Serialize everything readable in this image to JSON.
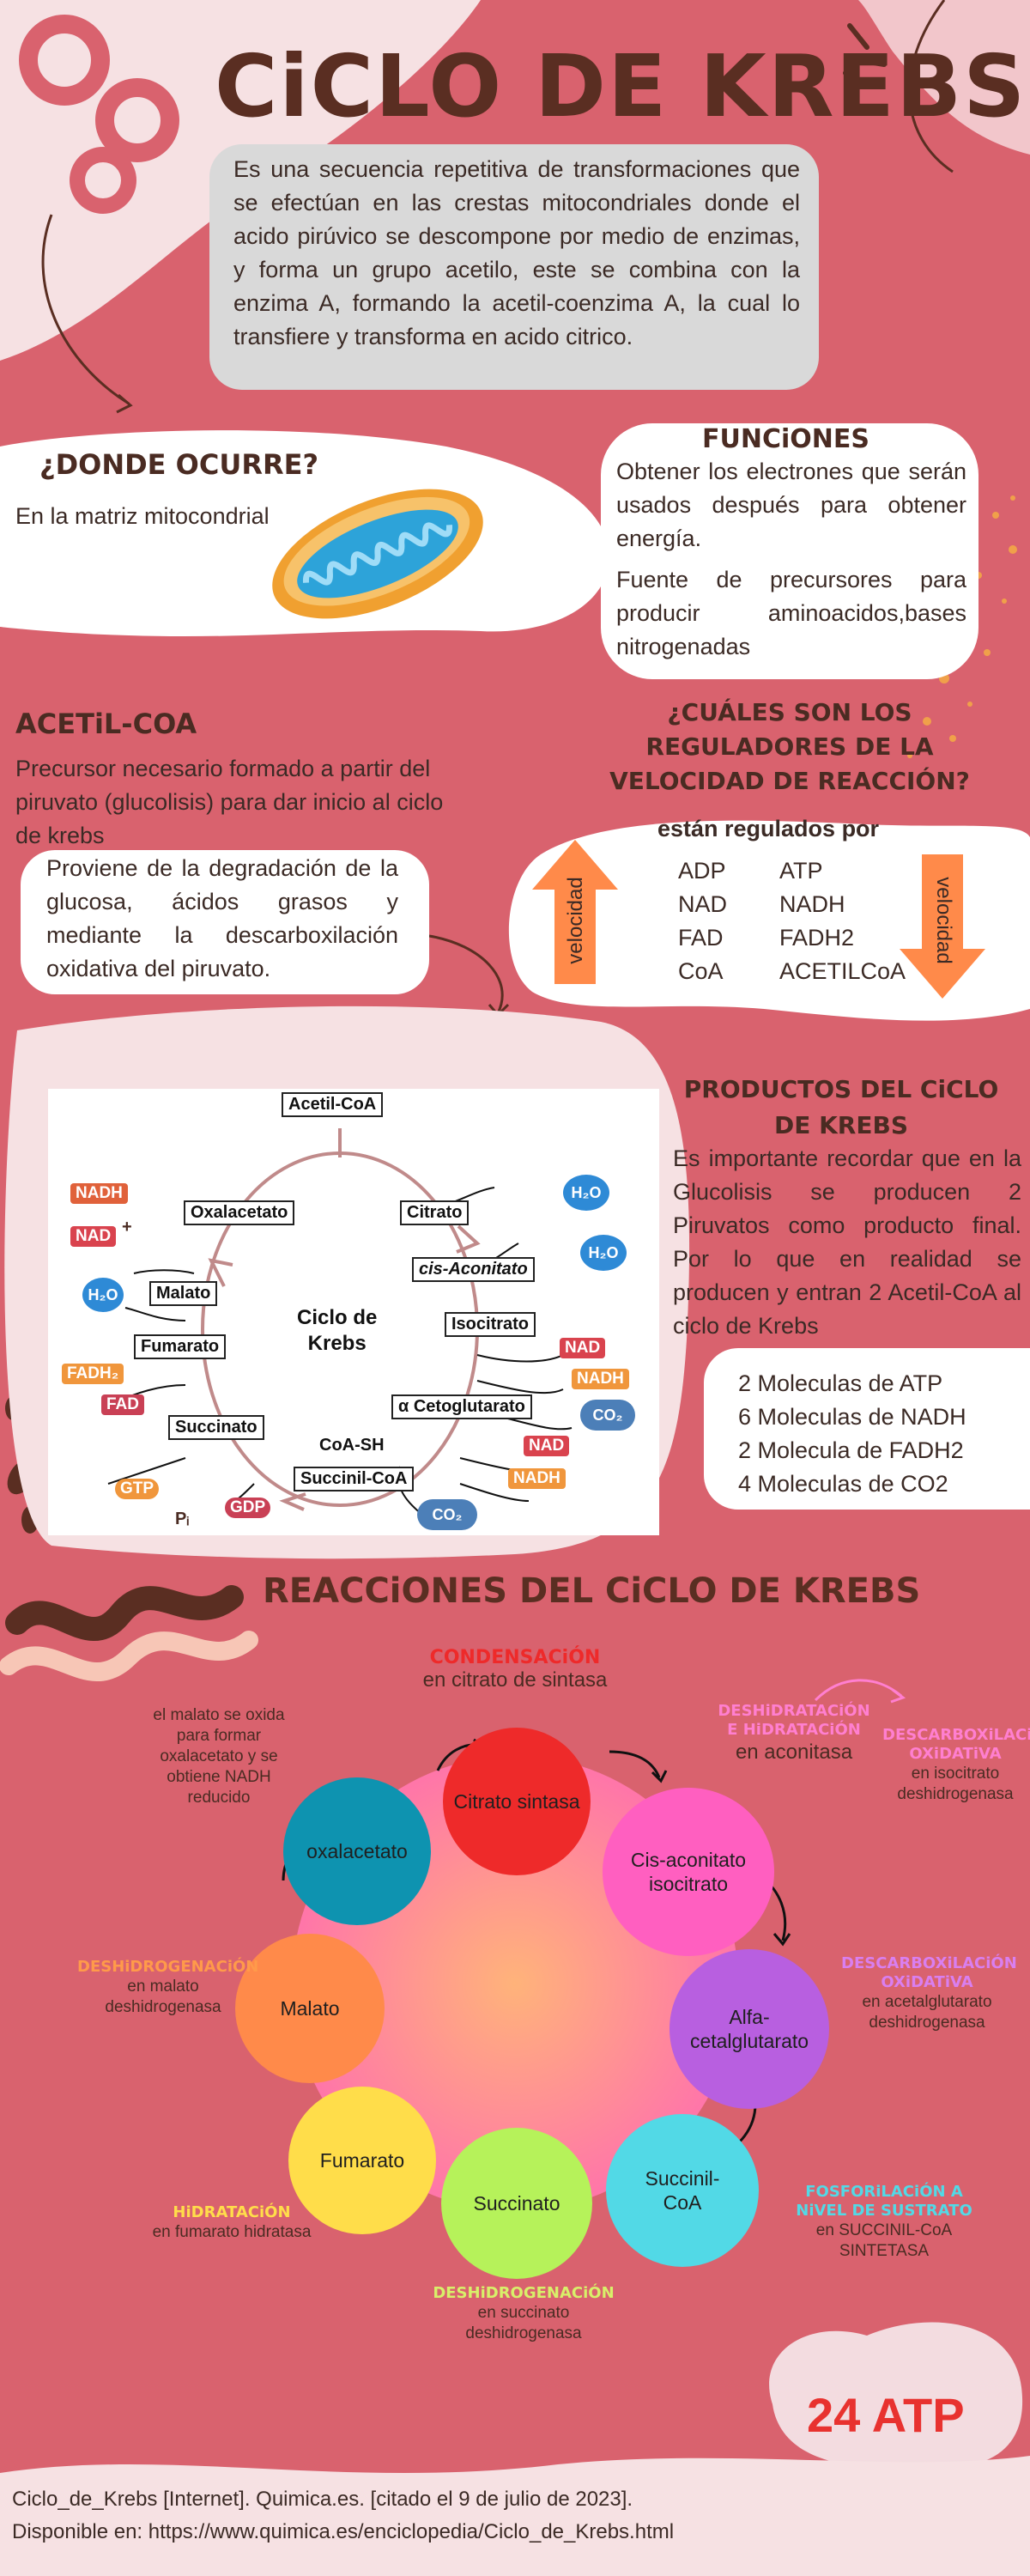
{
  "header": {
    "title": "CiCLO DE KREBS",
    "intro": "Es una secuencia repetitiva de transformaciones que se efectúan en las crestas mitocondriales donde el acido pirúvico se descompone por medio de enzimas, y forma un grupo acetilo, este se combina con la enzima A, formando la acetil-coenzima A, la cual lo transfiere y transforma en acido citrico."
  },
  "donde": {
    "title": "¿DONDE OCURRE?",
    "text": "En la matriz mitocondrial"
  },
  "funciones": {
    "title": "FUNCiONES",
    "text1": "Obtener los electrones que serán usados después para obtener energía.",
    "text2": "Fuente de precursores para producir aminoacidos,bases nitrogenadas"
  },
  "acetil": {
    "title": "ACETiL-COA",
    "text1": "Precursor necesario formado a partir del piruvato (glucolisis) para dar inicio al ciclo de krebs",
    "text2": "Proviene de la degradación de la glucosa, ácidos grasos y mediante la descarboxilación oxidativa del piruvato."
  },
  "reguladores": {
    "title_line1": "¿CUÁLES SON LOS",
    "title_line2": "REGULADORES DE LA",
    "title_line3": "VELOCIDAD DE REACCIÓN?",
    "subtitle": "están regulados por",
    "left_col": [
      "ADP",
      "NAD",
      "FAD",
      "CoA"
    ],
    "right_col": [
      "ATP",
      "NADH",
      "FADH2",
      "ACETILCoA"
    ],
    "arrow_up_label": "velocidad",
    "arrow_down_label": "velocidad"
  },
  "diagram": {
    "acetil_coa": "Acetil-CoA",
    "oxalacetato": "Oxalacetato",
    "citrato": "Citrato",
    "cis_aconitato": "cis-Aconitato",
    "isocitrato": "Isocitrato",
    "cetoglutarato": "α Cetoglutarato",
    "succinil": "Succinil-CoA",
    "succinato": "Succinato",
    "fumarato": "Fumarato",
    "malato": "Malato",
    "center_line1": "Ciclo de",
    "center_line2": "Krebs",
    "coa_sh": "CoA-SH",
    "nadh": "NADH",
    "nad": "NAD",
    "h2o": "H₂O",
    "co2": "CO₂",
    "fadh2": "FADH₂",
    "fad": "FAD",
    "gtp": "GTP",
    "gdp": "GDP",
    "pi": "Pᵢ",
    "plus": "+"
  },
  "productos": {
    "title_line1": "PRODUCTOS DEL CiCLO",
    "title_line2": "DE KREBS",
    "text": "Es importante recordar que en la Glucolisis se producen 2 Piruvatos como producto final. Por lo que en realidad se producen y entran 2 Acetil-CoA al ciclo de Krebs",
    "items": [
      "2 Moleculas de ATP",
      "6 Moleculas de NADH",
      "2 Molecula de FADH2",
      "4 Moleculas de CO2"
    ]
  },
  "reacciones": {
    "title": "REACCiONES DEL CiCLO DE KREBS",
    "circles": {
      "citrato": "Citrato sintasa",
      "cis": "Cis-aconitato isocitrato",
      "alfa": "Alfa-cetalglutarato",
      "succinil": "Succinil-CoA",
      "succinato": "Succinato",
      "fumarato": "Fumarato",
      "malato": "Malato",
      "oxalacetato": "oxalacetato"
    },
    "labels": {
      "condensacion_head": "CONDENSACiÓN",
      "condensacion_text": "en citrato de sintasa",
      "deshidratacion_head": "DESHiDRATACiÓN E HiDRATACiÓN",
      "deshidratacion_text": "en aconitasa",
      "descarbox1_head": "DESCARBOXiLACiÓN OXiDATiVA",
      "descarbox1_text": "en isocitrato deshidrogenasa",
      "descarbox2_head": "DESCARBOXiLACiÓN OXiDATiVA",
      "descarbox2_text": "en acetalglutarato deshidrogenasa",
      "fosforilacion_head": "FOSFORiLACiÓN A NiVEL DE SUSTRATO",
      "fosforilacion_text": "en SUCCINIL-CoA SINTETASA",
      "deshidro_succ_head": "DESHiDROGENACiÓN",
      "deshidro_succ_text": "en succinato deshidrogenasa",
      "hidratacion_head": "HiDRATACiÓN",
      "hidratacion_text": "en fumarato hidratasa",
      "deshidro_mal_head": "DESHiDROGENACiÓN",
      "deshidro_mal_text": "en malato deshidrogenasa",
      "malato_oxida": "el malato se oxida para formar oxalacetato y se obtiene NADH reducido"
    },
    "atp_total": "24 ATP"
  },
  "citation": {
    "line1": "Ciclo_de_Krebs [Internet]. Quimica.es. [citado el 9 de julio de 2023].",
    "line2": "Disponible en: https://www.quimica.es/enciclopedia/Ciclo_de_Krebs.html"
  },
  "colors": {
    "background": "#d9626e",
    "title": "#5a2e22",
    "citrato": "#ee2a2a",
    "cis": "#ff5fc0",
    "alfa": "#b85fe0",
    "succinil": "#52d9e6",
    "succinato": "#b6f25a",
    "fumarato": "#ffdd4a",
    "malato": "#ff8a4a",
    "oxalacetato": "#0e93b0",
    "arrow": "#ff8a4a",
    "atp": "#e8322f"
  }
}
